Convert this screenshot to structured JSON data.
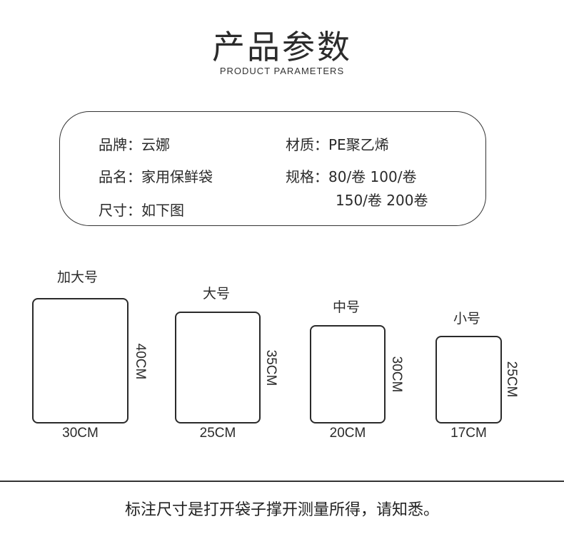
{
  "header": {
    "title": "产品参数",
    "subtitle": "PRODUCT PARAMETERS"
  },
  "info": {
    "brand": "品牌：云娜",
    "name": "品名：家用保鲜袋",
    "size": "尺寸：如下图",
    "material": "材质：PE聚乙烯",
    "spec_line1": "规格：80/卷  100/卷",
    "spec_line2": "150/卷  200卷"
  },
  "sizes": [
    {
      "label": "加大号",
      "width": "30CM",
      "height": "40CM"
    },
    {
      "label": "大号",
      "width": "25CM",
      "height": "35CM"
    },
    {
      "label": "中号",
      "width": "20CM",
      "height": "30CM"
    },
    {
      "label": "小号",
      "width": "17CM",
      "height": "25CM"
    }
  ],
  "footer": {
    "note": "标注尺寸是打开袋子撑开测量所得，请知悉。"
  }
}
